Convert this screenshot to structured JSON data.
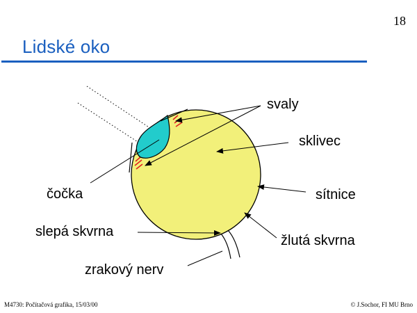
{
  "page_number": "18",
  "title": "Lidské oko",
  "colors": {
    "title": "#1a5fbf",
    "eyeball_fill": "#f2f07a",
    "lens_fill": "#22cccc",
    "muscle_hatch": "#e02020"
  },
  "labels": {
    "svaly": "svaly",
    "sklivec": "sklivec",
    "cocka": "čočka",
    "sitnice": "sítnice",
    "slepa_skvrna": "slepá skvrna",
    "zluta_skvrna": "žlutá skvrna",
    "zrakovy_nerv": "zrakový nerv"
  },
  "footer": {
    "left": "M4730: Počítačová grafika, 15/03/00",
    "right": "© J.Sochor, FI MU Brno"
  }
}
